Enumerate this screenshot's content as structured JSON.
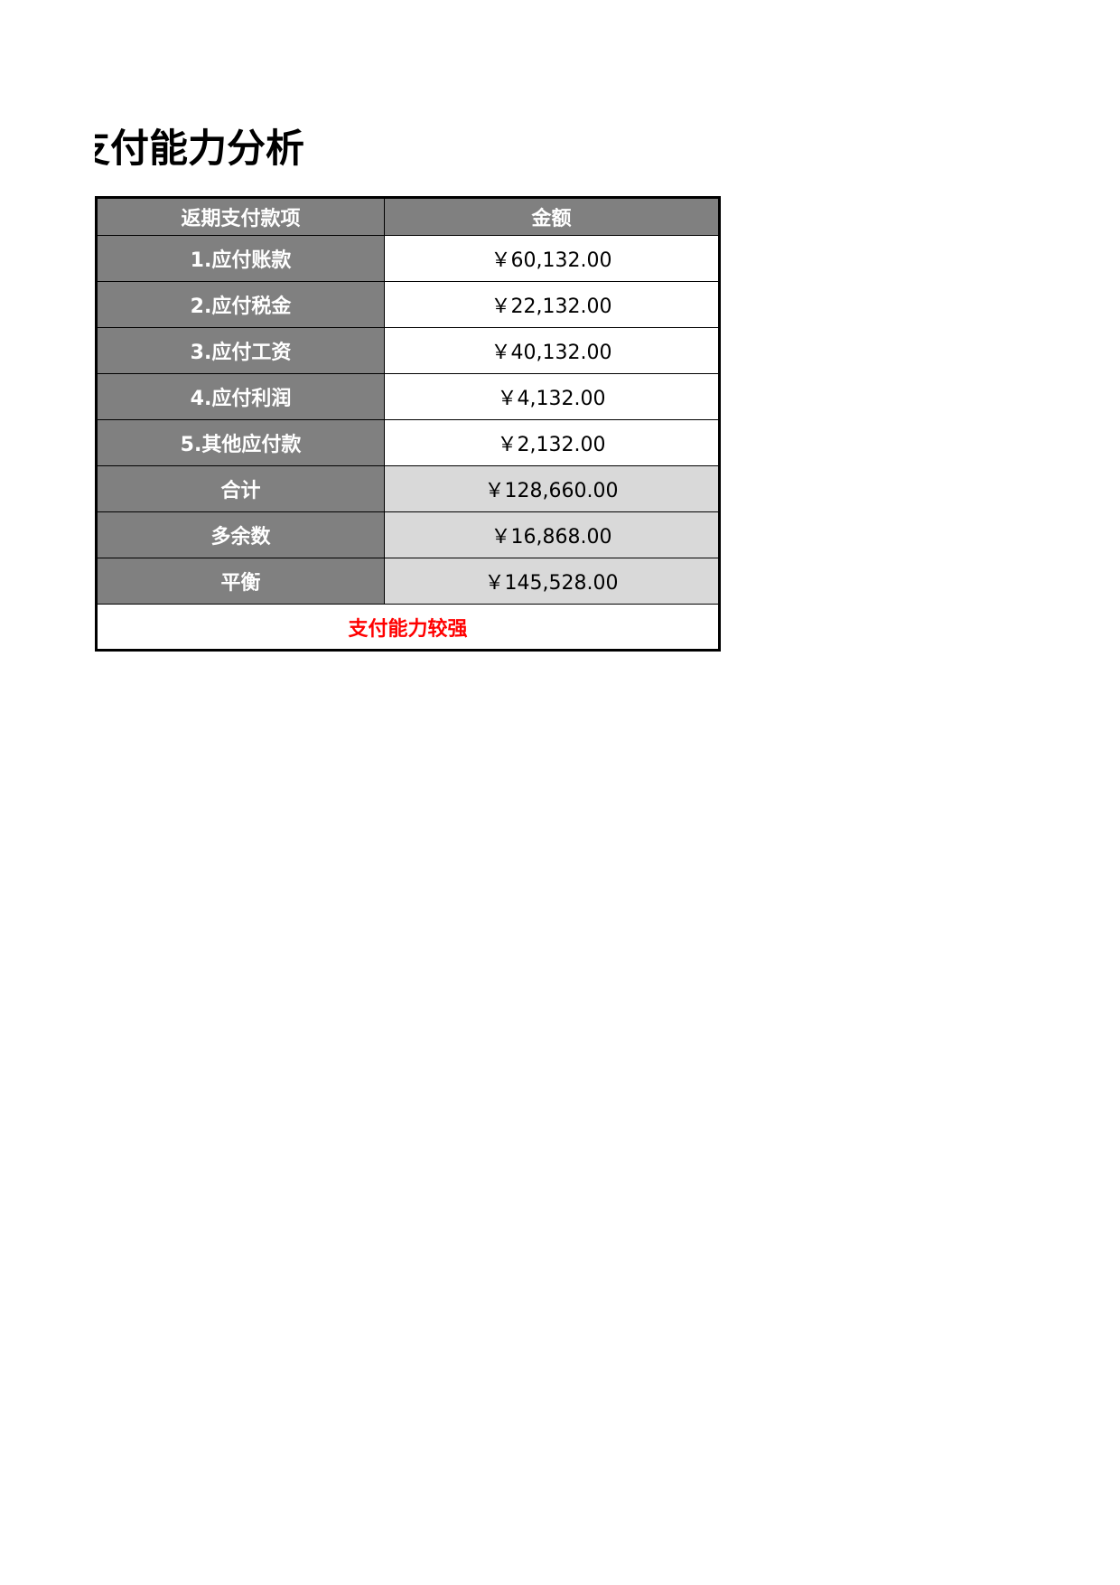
{
  "title": "支付能力分析",
  "table": {
    "headers": [
      "返期支付款项",
      "金额"
    ],
    "rows": [
      {
        "label": "1.应付账款",
        "value": "￥60,132.00"
      },
      {
        "label": "2.应付税金",
        "value": "￥22,132.00"
      },
      {
        "label": "3.应付工资",
        "value": "￥40,132.00"
      },
      {
        "label": "4.应付利润",
        "value": "￥4,132.00"
      },
      {
        "label": "5.其他应付款",
        "value": "￥2,132.00"
      },
      {
        "label": "合计",
        "value": "￥128,660.00"
      },
      {
        "label": "多余数",
        "value": "￥16,868.00"
      },
      {
        "label": "平衡",
        "value": "￥145,528.00"
      }
    ],
    "conclusion": "支付能力较强"
  },
  "colors": {
    "header_bg": "#808080",
    "summary_bg": "#d9d9d9",
    "conclusion_text": "#ff0000"
  }
}
